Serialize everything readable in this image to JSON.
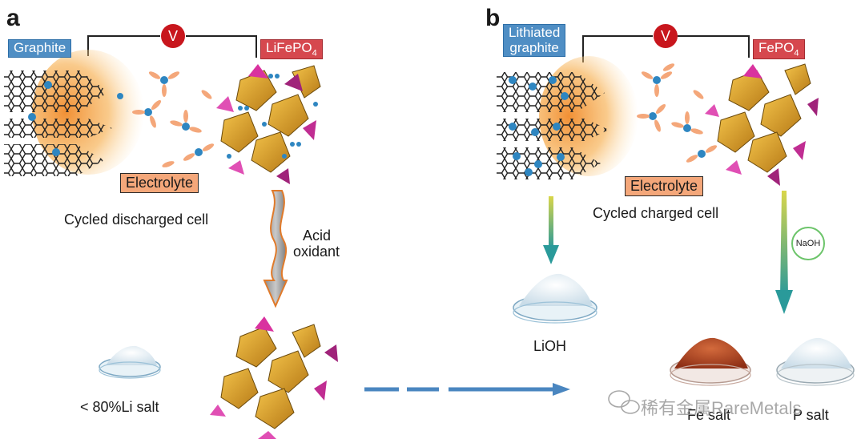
{
  "panel_a": {
    "letter": "a",
    "anode_label": "Graphite",
    "cathode_label": "LiFePO",
    "cathode_sub": "4",
    "voltmeter": "V",
    "electrolyte": "Electrolyte",
    "caption": "Cycled discharged cell",
    "step_label_1": "Acid",
    "step_label_2": "oxidant",
    "product": "< 80%Li salt"
  },
  "panel_b": {
    "letter": "b",
    "anode_label_1": "Lithiated",
    "anode_label_2": "graphite",
    "cathode_label": "FePO",
    "cathode_sub": "4",
    "voltmeter": "V",
    "electrolyte": "Electrolyte",
    "caption": "Cycled charged cell",
    "reagent": "NaOH",
    "product_1": "LiOH",
    "product_2": "Fe salt",
    "product_3": "P salt"
  },
  "watermark": "稀有金属RareMetals",
  "colors": {
    "anode_label": "#4f8ec4",
    "cathode_label": "#d6484e",
    "electrolyte_label": "#f4a77a",
    "voltmeter": "#c8161d",
    "arrow_blue": "#4a86c0",
    "arrow_teal": "#2a9a9a",
    "fe_salt": "#b94a24"
  }
}
